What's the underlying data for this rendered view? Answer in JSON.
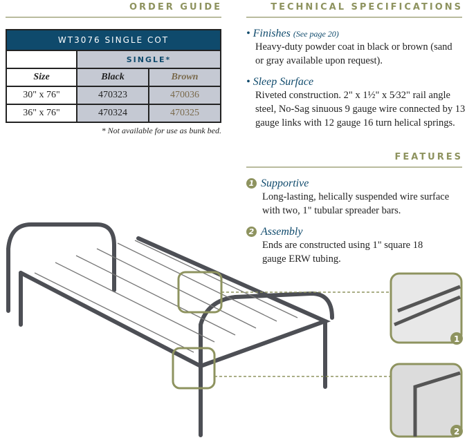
{
  "order_guide": {
    "heading": "ORDER GUIDE",
    "table_title": "WT3076 SINGLE COT",
    "group": "SINGLE*",
    "headers": [
      "Size",
      "Black",
      "Brown"
    ],
    "rows": [
      [
        "30\" x 76\"",
        "470323",
        "470036"
      ],
      [
        "36\" x 76\"",
        "470324",
        "470325"
      ]
    ],
    "footnote": "* Not available for use as bunk bed."
  },
  "specs": {
    "heading": "TECHNICAL SPECIFICATIONS",
    "items": [
      {
        "title": "Finishes",
        "note": "(See page 20)",
        "text": "Heavy-duty powder coat in black or brown (sand or gray available upon request)."
      },
      {
        "title": "Sleep Surface",
        "note": "",
        "text": "Riveted construction. 2\" x 1½\" x 5⁄32\" rail angle steel, No-Sag sinuous 9 gauge wire connected by 13 gauge links with 12 gauge 16 turn helical springs."
      }
    ]
  },
  "features": {
    "heading": "FEATURES",
    "items": [
      {
        "num": "1",
        "title": "Supportive",
        "text": "Long-lasting, helically suspended wire surface with two, 1\" tubular spreader bars."
      },
      {
        "num": "2",
        "title": "Assembly",
        "text": "Ends are constructed using 1\" square 18 gauge ERW tubing."
      }
    ]
  },
  "colors": {
    "navy": "#0f4a6c",
    "olive": "#8e935f",
    "cell": "#c5c9d3"
  }
}
